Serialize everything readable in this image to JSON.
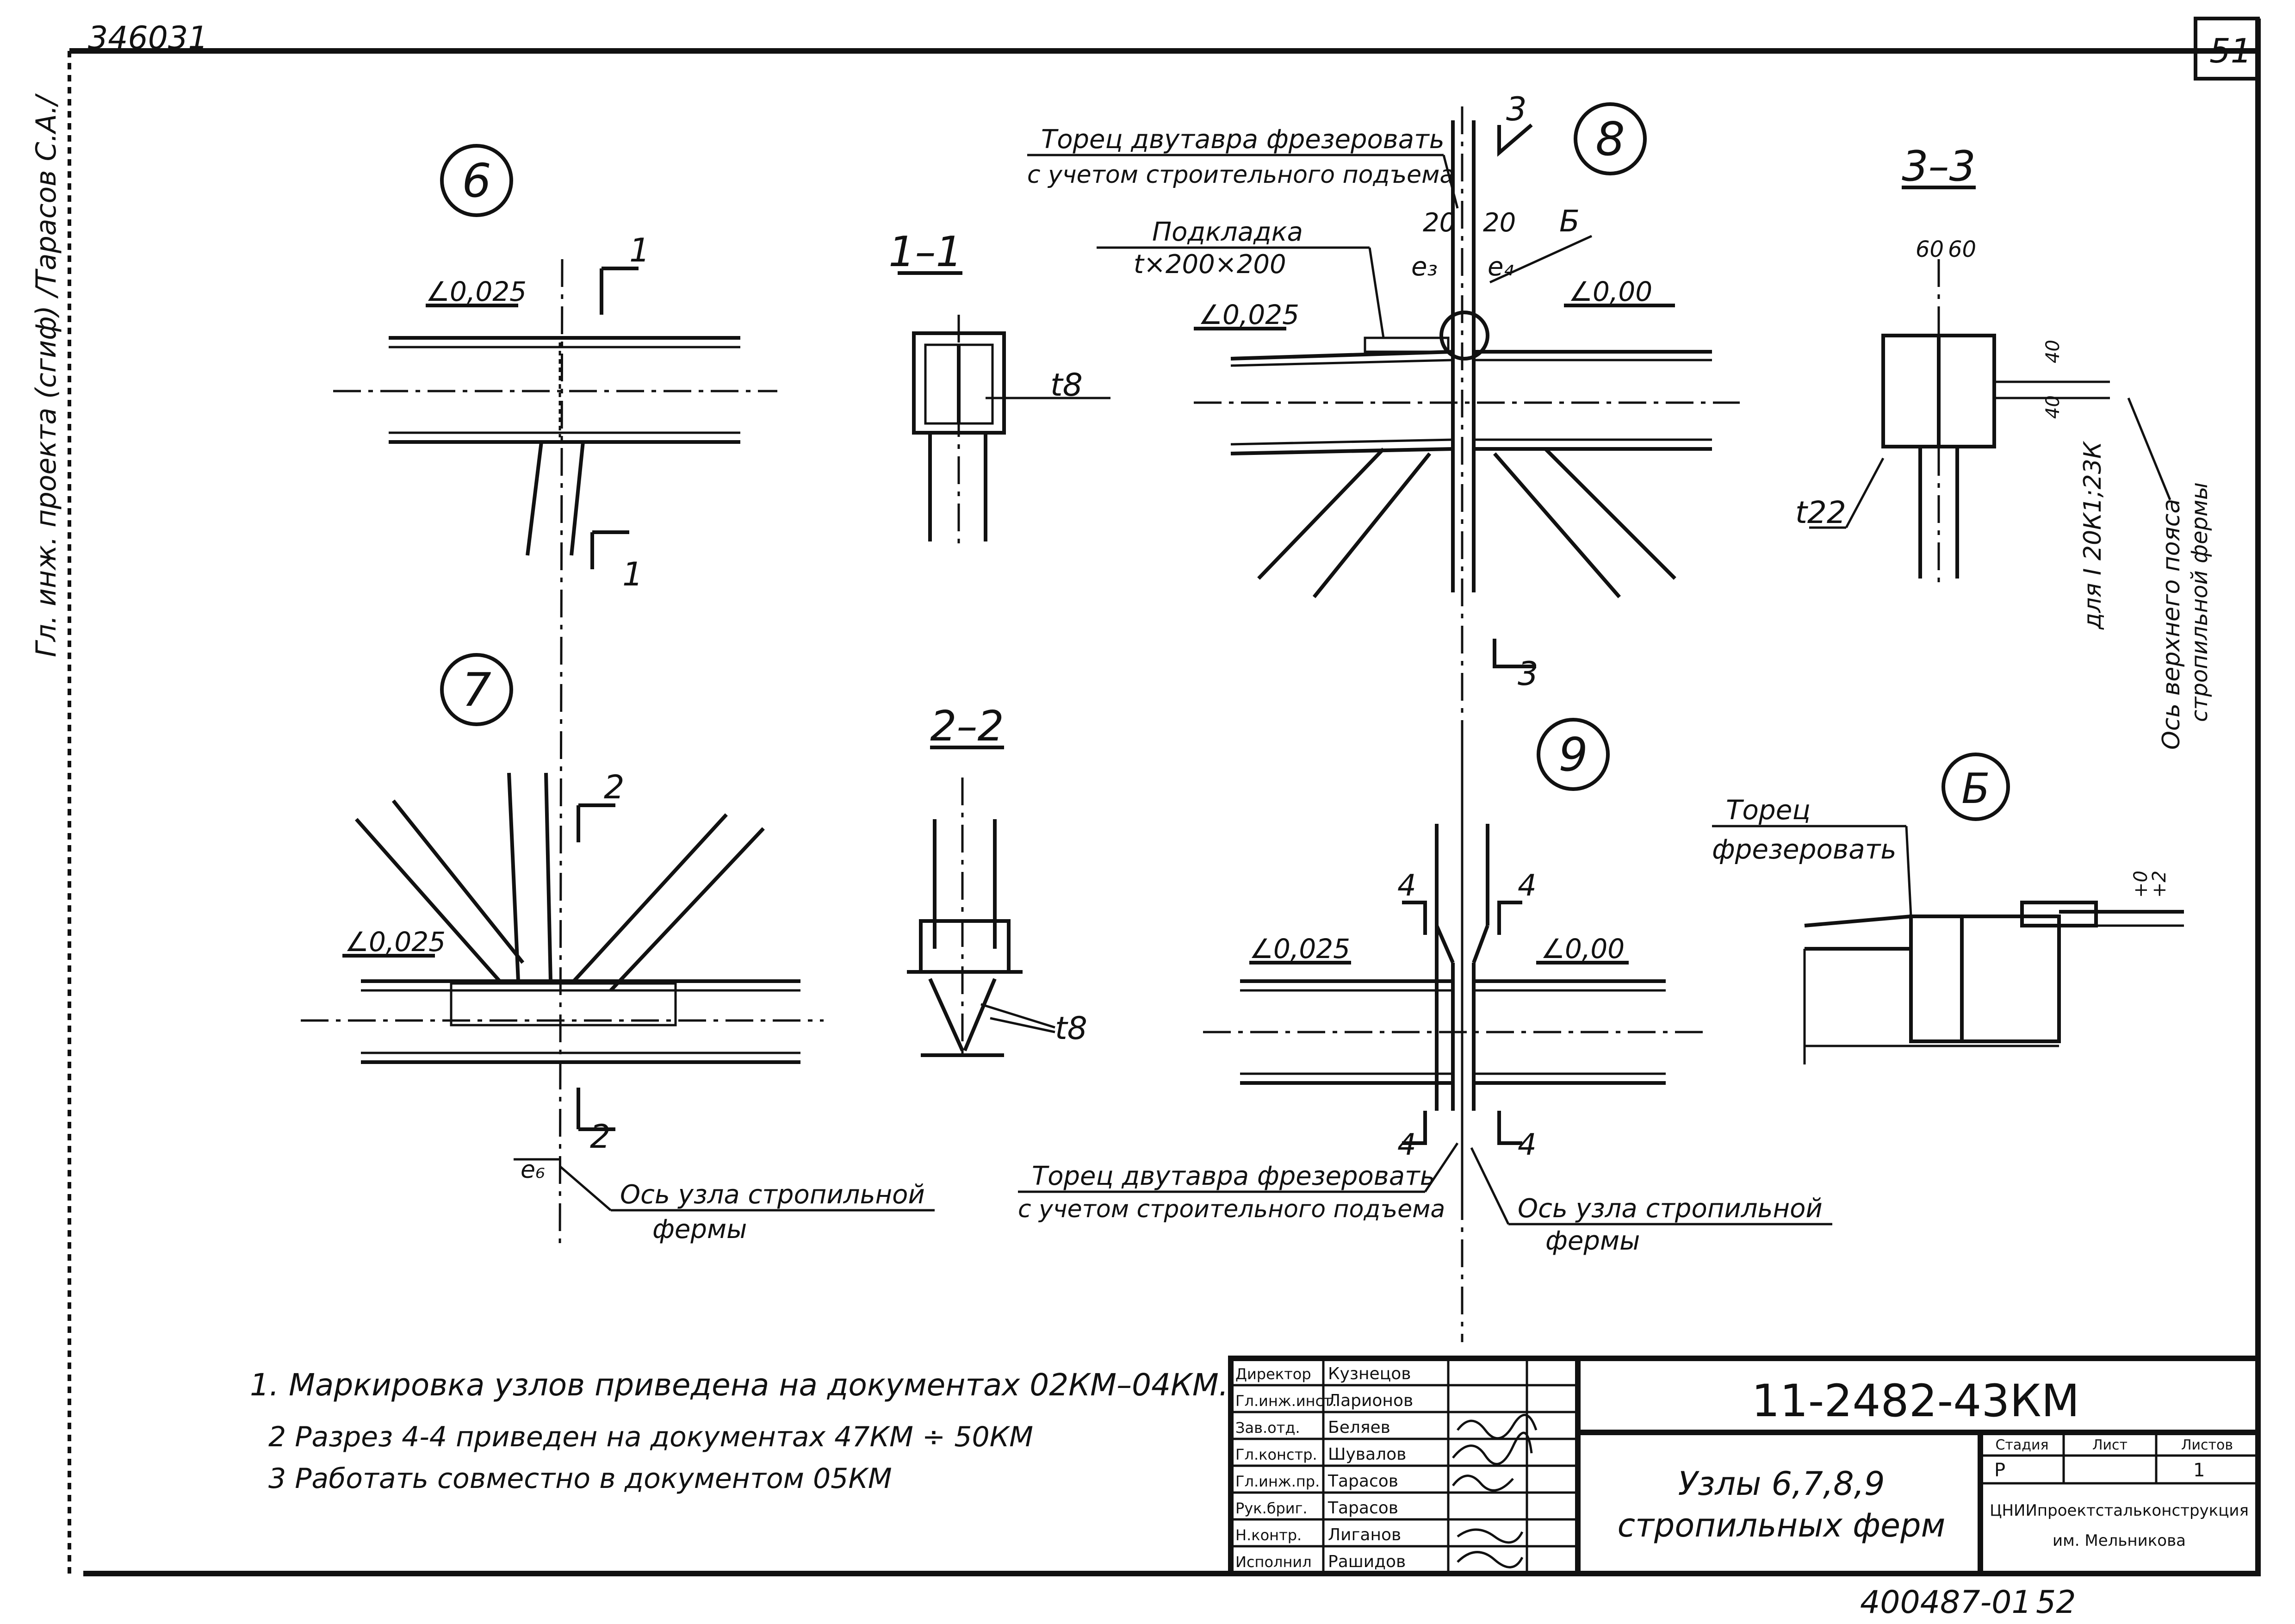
{
  "sheet": {
    "archive_number": "346031",
    "page_number": "51",
    "side_stamp": "Гл. инж. проекта (сгиф) /Тарасов С.А./",
    "bottom_code": "400487-01",
    "bottom_page": "52"
  },
  "nodes": {
    "n6": "6",
    "n7": "7",
    "n8": "8",
    "n9": "9",
    "b": "Б"
  },
  "sections": {
    "s11": "1–1",
    "s22": "2–2",
    "s33": "3–3",
    "cut1": "1",
    "cut2": "2",
    "cut3": "3",
    "cut4": "4"
  },
  "labels": {
    "slope_025": "∠0,025",
    "slope_000": "∠0,00",
    "t8": "t8",
    "t22": "t22",
    "dim20": "20",
    "dim60": "60",
    "dim40": "40",
    "e3": "e₃",
    "e4": "e₄",
    "e6": "e₆",
    "b_mark": "Б",
    "plus0": "+0",
    "plus2": "+2",
    "mill_end_line1": "Торец двутавра фрезеровать",
    "mill_end_line2": "с учетом строительного подъема",
    "pad_line1": "Подкладка",
    "pad_line2": "t×200×200",
    "axis_node_line1": "Ось узла стропильной",
    "axis_node_line2": "фермы",
    "upper_chord_axis_line1": "Ось верхнего пояса",
    "upper_chord_axis_line2": "стропильной фермы",
    "for_i": "для I 20К1;23К",
    "mill_b_line1": "Торец",
    "mill_b_line2": "фрезеровать"
  },
  "notes": [
    "1. Маркировка узлов приведена на документах 02КМ–04КМ.",
    "2 Разрез 4-4 приведен на документах 47КМ ÷ 50КМ",
    "3 Работать совместно в документом 05КМ"
  ],
  "title_block": {
    "doc_code": "11-2482-43КМ",
    "title_line1": "Узлы 6,7,8,9",
    "title_line2": "стропильных ферм",
    "stage_header": "Стадия",
    "sheet_header": "Лист",
    "sheets_header": "Листов",
    "stage_value": "Р",
    "sheet_value": "1",
    "org_line1": "ЦНИИпроектстальконструкция",
    "org_line2": "им. Мельникова",
    "signatures": [
      {
        "role": "Директор",
        "name": "Кузнецов"
      },
      {
        "role": "Гл.инж.инст.",
        "name": "Ларионов"
      },
      {
        "role": "Зав.отд.",
        "name": "Беляев"
      },
      {
        "role": "Гл.констр.",
        "name": "Шувалов"
      },
      {
        "role": "Гл.инж.пр.",
        "name": "Тарасов"
      },
      {
        "role": "Рук.бриг.",
        "name": "Тарасов"
      },
      {
        "role": "Н.контр.",
        "name": "Лиганов"
      },
      {
        "role": "Исполнил",
        "name": "Рашидов"
      }
    ]
  }
}
